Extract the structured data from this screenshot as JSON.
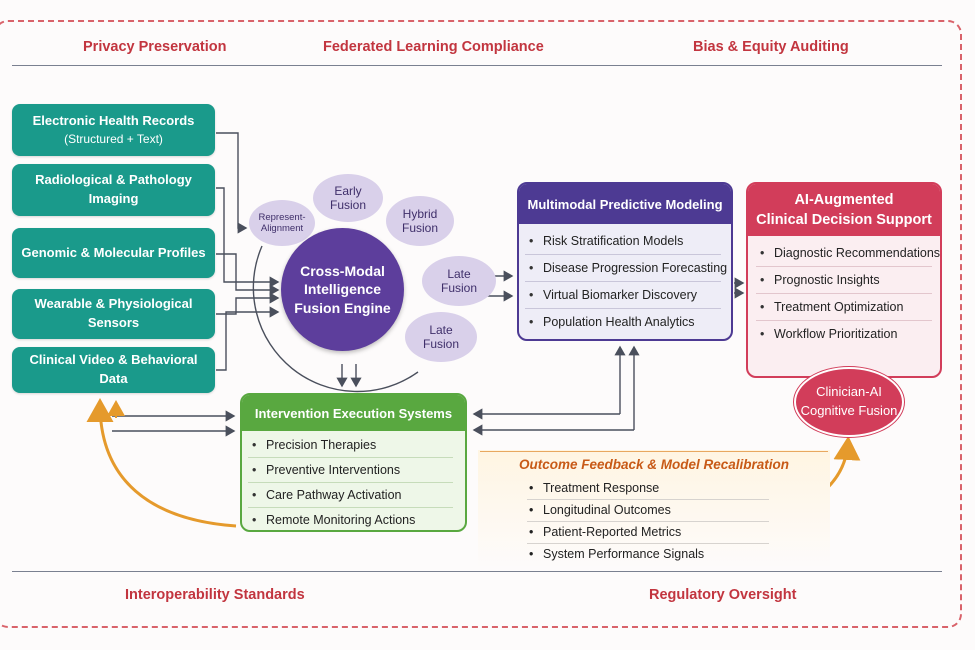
{
  "governance": {
    "top": [
      "Privacy Preservation",
      "Federated Learning Compliance",
      "Bias & Equity Auditing"
    ],
    "bottom": [
      "Interoperability Standards",
      "Regulatory Oversight"
    ]
  },
  "sources": [
    {
      "label": "Electronic Health Records",
      "sub": "(Structured + Text)"
    },
    {
      "label": "Radiological & Pathology Imaging",
      "sub": ""
    },
    {
      "label": "Genomic & Molecular Profiles",
      "sub": ""
    },
    {
      "label": "Wearable & Physiological Sensors",
      "sub": ""
    },
    {
      "label": "Clinical Video & Behavioral Data",
      "sub": ""
    }
  ],
  "engine": {
    "title": "Cross-Modal Intelligence Fusion Engine",
    "bubbles": [
      "Represent-\nAlignment",
      "Early\nFusion",
      "Hybrid\nFusion",
      "Late\nFusion",
      "Late\nFusion"
    ]
  },
  "predictive": {
    "title": "Multimodal Predictive Modeling",
    "items": [
      "Risk Stratification Models",
      "Disease Progression Forecasting",
      "Virtual Biomarker Discovery",
      "Population Health Analytics"
    ]
  },
  "decision_support": {
    "title": "AI-Augmented\nClinical Decision Support",
    "items": [
      "Diagnostic Recommendations",
      "Prognostic Insights",
      "Treatment Optimization",
      "Workflow Prioritization"
    ],
    "fusion": "Clinician-AI\nCognitive Fusion"
  },
  "intervention": {
    "title": "Intervention Execution Systems",
    "items": [
      "Precision Therapies",
      "Preventive Interventions",
      "Care Pathway Activation",
      "Remote Monitoring Actions"
    ]
  },
  "feedback": {
    "title": "Outcome Feedback & Model Recalibration",
    "items": [
      "Treatment Response",
      "Longitudinal Outcomes",
      "Patient-Reported Metrics",
      "System Performance Signals"
    ]
  },
  "colors": {
    "teal": "#1a9a8b",
    "purple": "#5d3e9c",
    "lavender": "#d9d0ea",
    "crimson": "#d23d5a",
    "green": "#59a840",
    "orange": "#e9a23b",
    "governance_text": "#c2353f"
  }
}
